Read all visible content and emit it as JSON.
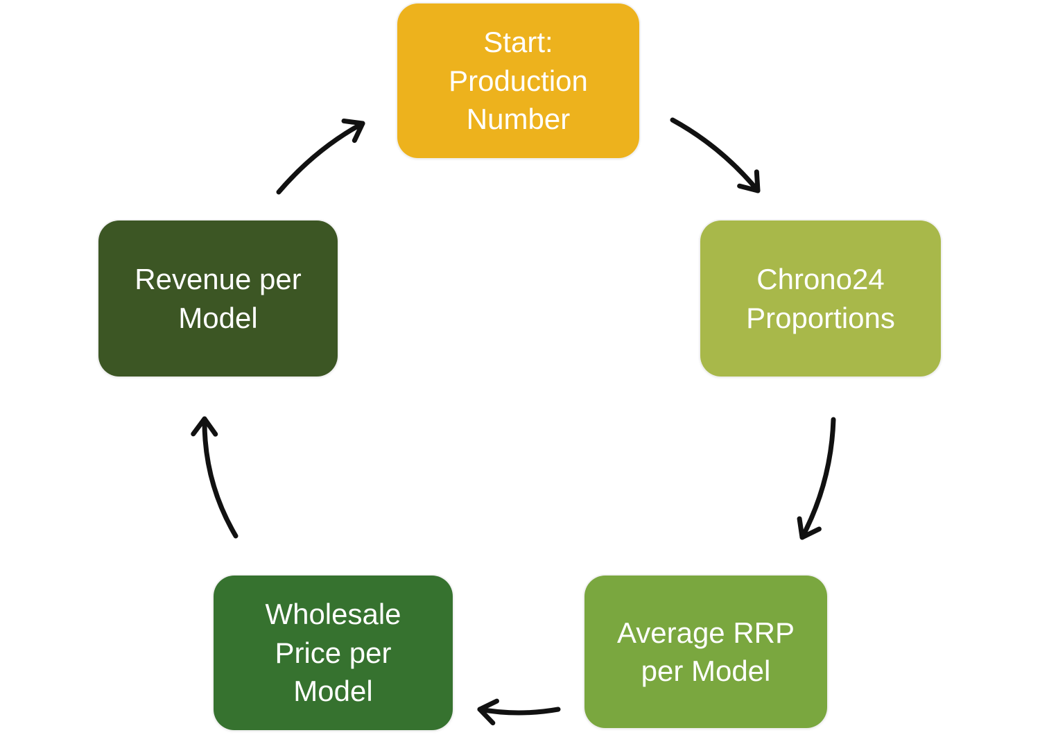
{
  "diagram": {
    "type": "cycle",
    "background_color": "#ffffff",
    "arrow_color": "#111111",
    "text_color": "#ffffff",
    "nodes": [
      {
        "id": "start-production-number",
        "label": "Start:\nProduction\nNumber",
        "color": "#EDB21D",
        "position": "top"
      },
      {
        "id": "chrono24-proportions",
        "label": "Chrono24\nProportions",
        "color": "#A8B84A",
        "position": "right"
      },
      {
        "id": "average-rrp-per-model",
        "label": "Average RRP\nper Model",
        "color": "#7AA73F",
        "position": "bottom-right"
      },
      {
        "id": "wholesale-price-per-model",
        "label": "Wholesale\nPrice per\nModel",
        "color": "#36722F",
        "position": "bottom-left"
      },
      {
        "id": "revenue-per-model",
        "label": "Revenue per\nModel",
        "color": "#3C5624",
        "position": "left"
      }
    ],
    "arrows": [
      {
        "from": "start-production-number",
        "to": "chrono24-proportions"
      },
      {
        "from": "chrono24-proportions",
        "to": "average-rrp-per-model"
      },
      {
        "from": "average-rrp-per-model",
        "to": "wholesale-price-per-model"
      },
      {
        "from": "wholesale-price-per-model",
        "to": "revenue-per-model"
      },
      {
        "from": "revenue-per-model",
        "to": "start-production-number"
      }
    ]
  }
}
